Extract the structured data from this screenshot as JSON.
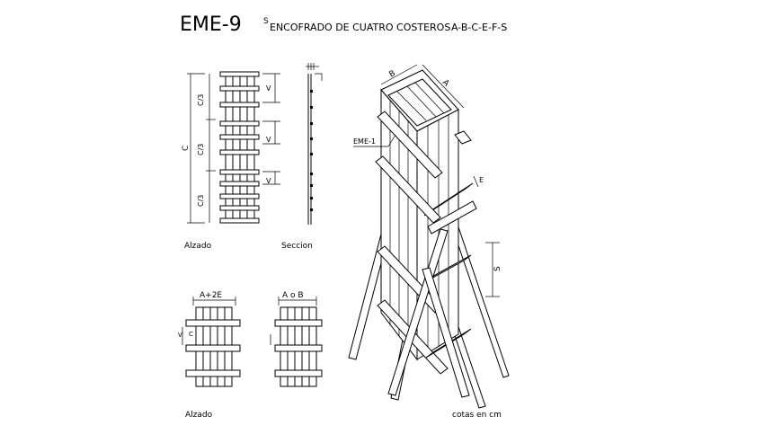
{
  "header": {
    "code": "EME-9",
    "sup": "S",
    "title": "ENCOFRADO DE CUATRO COSTEROS",
    "variants": "A-B-C-E-F-S"
  },
  "elevation_top": {
    "label": "Alzado",
    "dim_total": "C",
    "dim_third_1": "C/3",
    "dim_third_2": "C/3",
    "dim_third_3": "C/3",
    "dim_v1": "V",
    "dim_v2": "V",
    "dim_v3": "V"
  },
  "section": {
    "label": "Seccion"
  },
  "elevation_bottom_left": {
    "label": "Alzado",
    "dim_top": "A+2E",
    "dim_side": "V",
    "dim_side2": "C"
  },
  "elevation_bottom_right": {
    "dim_top": "A o B"
  },
  "isometric": {
    "label_a": "A",
    "label_b": "B",
    "label_ref": "EME-1",
    "label_e": "E",
    "label_s": "S",
    "units": "cotas en cm"
  }
}
